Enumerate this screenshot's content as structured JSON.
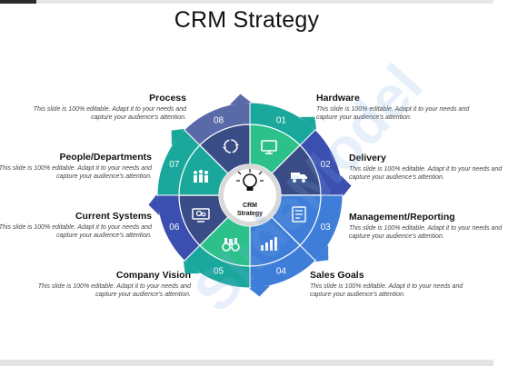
{
  "title": "CRM Strategy",
  "center": {
    "line1": "CRM",
    "line2": "Strategy"
  },
  "watermark": "SlideModel",
  "colors": {
    "teal": "#1aa89c",
    "green": "#2cc18a",
    "blue": "#3f7ed8",
    "indigo": "#3b4fb0",
    "slate": "#5a6aa8",
    "inner_dark": "#3a4c86"
  },
  "segments": [
    {
      "number": "01",
      "icon": "monitor-icon",
      "heading": "Hardware",
      "desc": "This slide is 100% editable. Adapt it to your needs and capture your audience's attention."
    },
    {
      "number": "02",
      "icon": "truck-icon",
      "heading": "Delivery",
      "desc": "This slide is 100% editable. Adapt it to your needs and capture your audience's attention."
    },
    {
      "number": "03",
      "icon": "report-icon",
      "heading": "Management/Reporting",
      "desc": "This slide is 100% editable. Adapt it to your needs and capture your audience's attention."
    },
    {
      "number": "04",
      "icon": "bar-chart-icon",
      "heading": "Sales Goals",
      "desc": "This slide is 100% editable. Adapt it to your needs and capture your audience's attention."
    },
    {
      "number": "05",
      "icon": "binoculars-icon",
      "heading": "Company Vision",
      "desc": "This slide is 100% editable. Adapt it to your needs and capture your audience's attention."
    },
    {
      "number": "06",
      "icon": "computer-gears-icon",
      "heading": "Current Systems",
      "desc": "This slide is 100% editable. Adapt it to your needs and capture your audience's attention."
    },
    {
      "number": "07",
      "icon": "people-icon",
      "heading": "People/Departments",
      "desc": "This slide is 100% editable. Adapt it to your needs and capture your audience's attention."
    },
    {
      "number": "08",
      "icon": "cycle-icon",
      "heading": "Process",
      "desc": "This slide is 100% editable. Adapt it to your needs and capture your audience's attention."
    }
  ]
}
